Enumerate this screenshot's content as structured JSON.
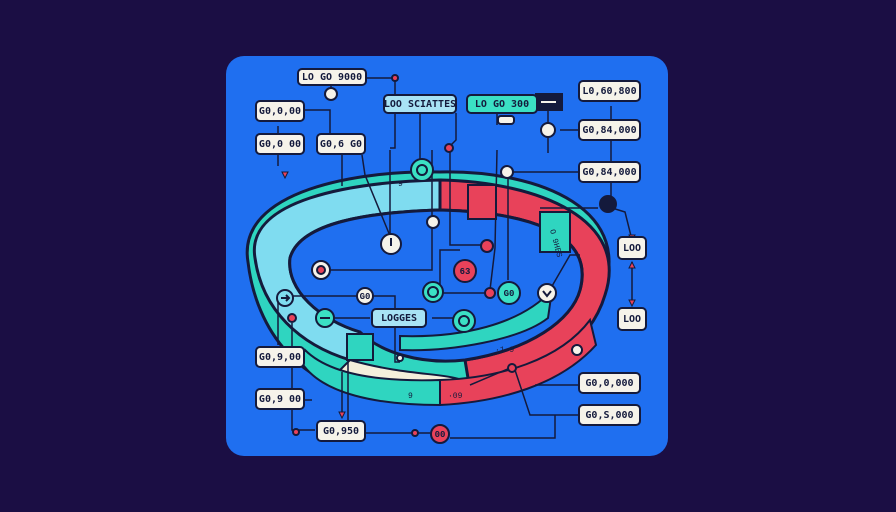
{
  "colors": {
    "background": "#1b0e44",
    "panel": "#1f6ff0",
    "ring_cyan": "#7fdcf0",
    "ring_teal": "#2fd5c0",
    "ring_red": "#e8425a",
    "ring_cream": "#f4efdc",
    "outline": "#141a3c",
    "label_fill": "#f6f3ea"
  },
  "labels": {
    "top_left_title": "LO GO 9000",
    "center_title": "LOO SCIATTES",
    "top_right_teal": "LO GO 300",
    "left_1": "G0,0,00",
    "left_2": "G0,0 00",
    "left_3": "G0,6 G0",
    "right_1": "L0,60,800",
    "right_2": "G0,84,000",
    "right_3": "G0,84,000",
    "right_loo_1": "LOO",
    "right_loo_2": "LOO",
    "middle_logges": "LOGGES",
    "bottom_left_1": "G0,9,00",
    "bottom_left_2": "G0,9 00",
    "bottom_center": "G0,950",
    "bottom_right_1": "G0,0,000",
    "bottom_right_2": "G0,S,000"
  },
  "node_labels": {
    "n63": "63",
    "n60a": "G0",
    "n60b": "G0",
    "n00": "00"
  },
  "ring_text": {
    "t1": "9",
    "t2": "9",
    "t3": "O 9HES",
    "t4": "·09",
    "t5": "·1 9"
  },
  "icons": [
    "circle-node-icon",
    "power-icon",
    "check-chevron-icon",
    "arrow-right-icon",
    "minus-icon"
  ]
}
